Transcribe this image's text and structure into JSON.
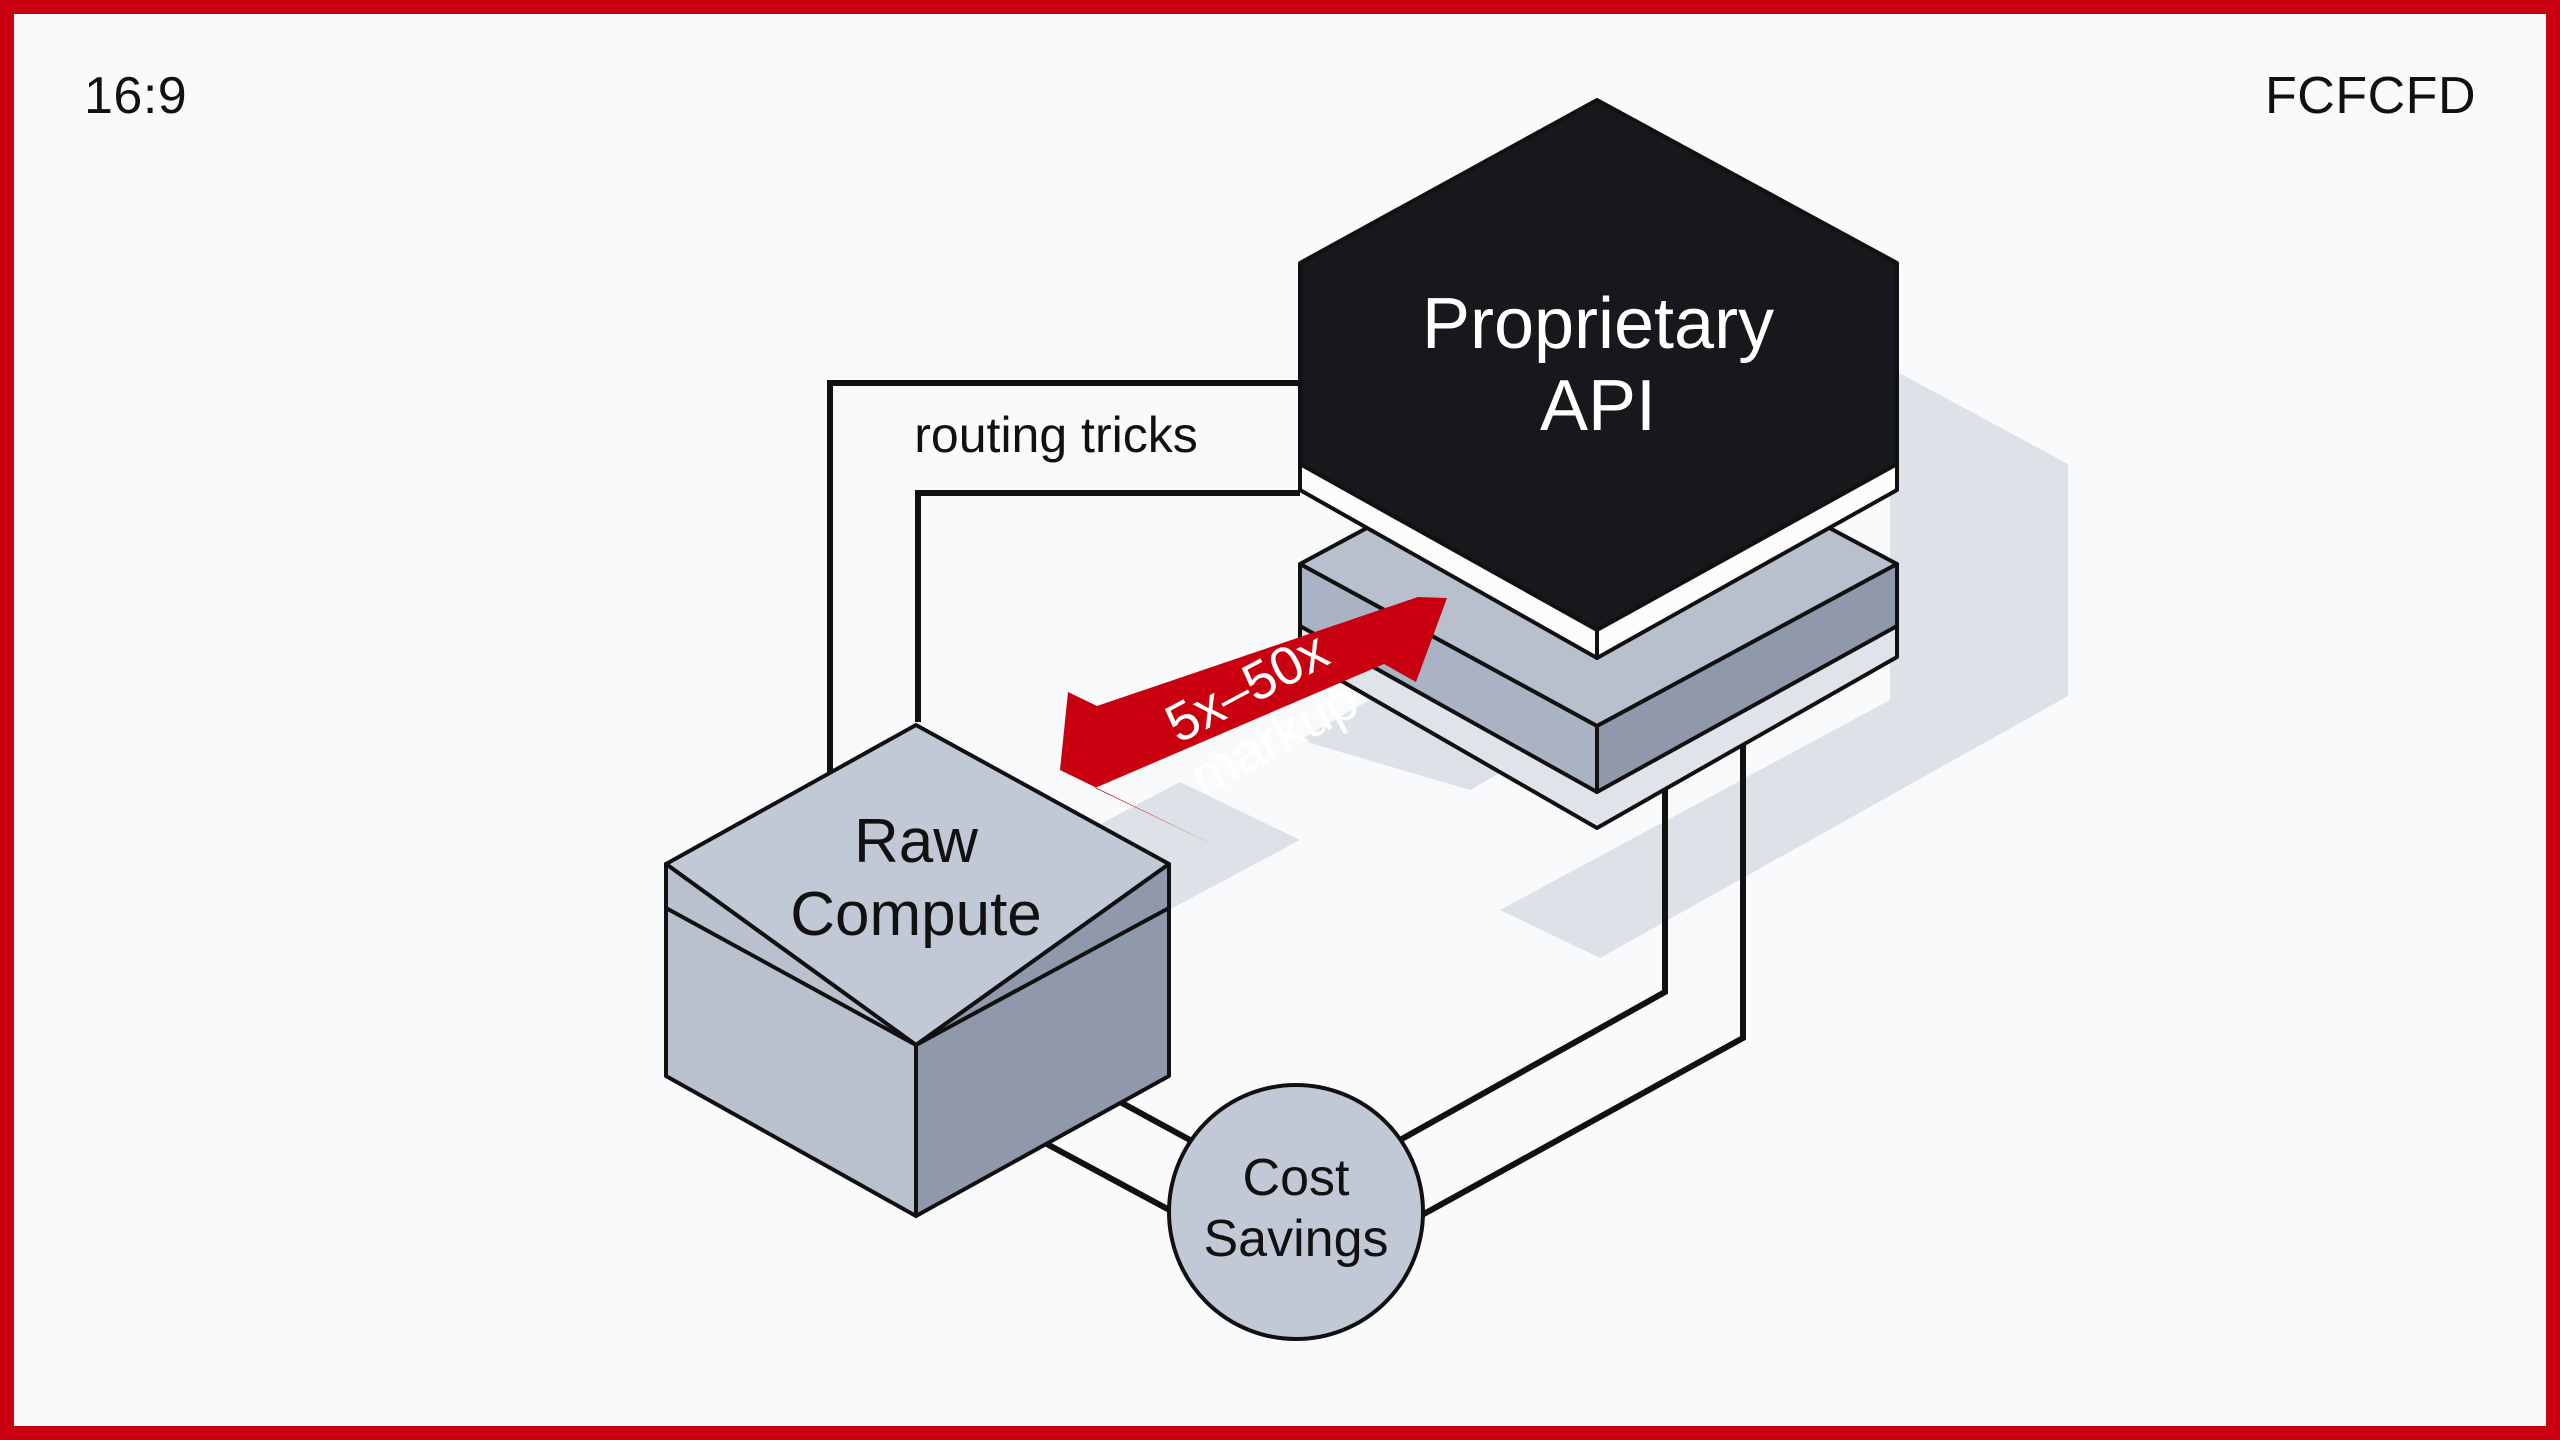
{
  "corner": {
    "aspect": "16:9",
    "color_code": "FCFCFD"
  },
  "nodes": {
    "proprietary": {
      "line1": "Proprietary",
      "line2": "API"
    },
    "raw": {
      "line1": "Raw",
      "line2": "Compute"
    },
    "savings": {
      "line1": "Cost",
      "line2": "Savings"
    }
  },
  "routing_label": "routing tricks",
  "markup_arrow": {
    "line1": "5x–50x",
    "line2": "markup"
  },
  "colors": {
    "frame": "#c8000f",
    "background": "#fcfcfd",
    "dark_block": "#17181b",
    "slab_light": "#c2c9d6",
    "slab_mid": "#a9b2c2",
    "slab_dark": "#9099ab",
    "arrow": "#c8000f",
    "outline": "#111111"
  }
}
